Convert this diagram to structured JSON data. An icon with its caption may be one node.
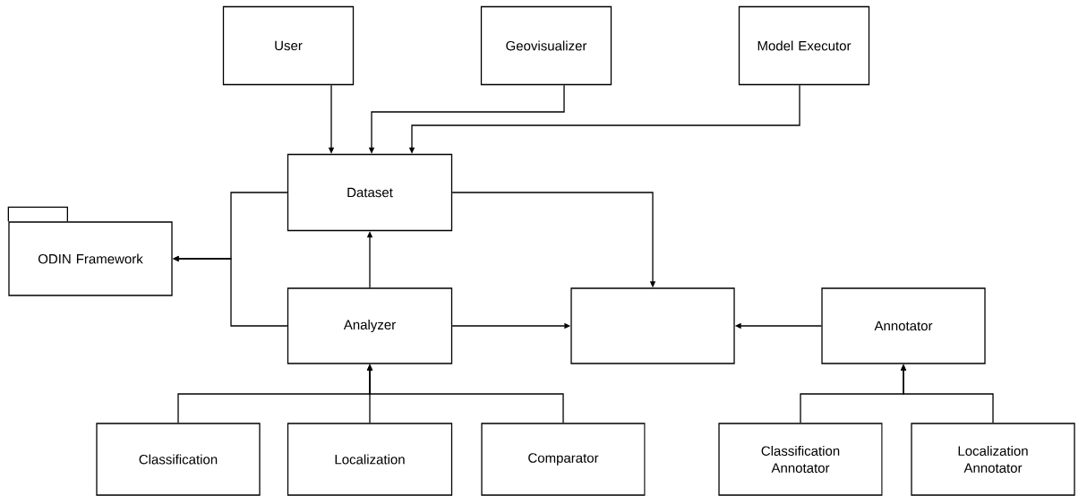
{
  "diagram": {
    "nodes": [
      {
        "text": [
          "User"
        ]
      },
      {
        "text": [
          "Geovisualizer"
        ]
      },
      {
        "text": [
          "Model Executor"
        ]
      },
      {
        "text": [
          "Dataset"
        ]
      },
      {
        "text": [
          "ODIN Framework"
        ]
      },
      {
        "text": [
          "Analyzer"
        ]
      },
      {
        "text": [],
        "shape": "box"
      },
      {
        "text": [
          "Annotator"
        ]
      },
      {
        "text": [
          "Classification"
        ]
      },
      {
        "text": [
          "Localization"
        ]
      },
      {
        "text": [
          "Comparator"
        ]
      },
      {
        "text": [
          "Classification Annotator"
        ]
      },
      {
        "text": [
          "Localization Annotator"
        ]
      }
    ],
    "edges": [
      {
        "from": 0,
        "to": 3,
        "arrow": "to"
      },
      {
        "from": 1,
        "to": 3,
        "arrow": "to"
      },
      {
        "from": 2,
        "to": 3,
        "arrow": "to"
      },
      {
        "from": 3,
        "to": 4,
        "arrow": "to"
      },
      {
        "from": 5,
        "to": 4,
        "arrow": "to"
      },
      {
        "from": 5,
        "to": 3,
        "arrow": "to"
      },
      {
        "from": 3,
        "to": 6,
        "arrow": "to"
      },
      {
        "from": 5,
        "to": 6,
        "arrow": "to"
      },
      {
        "from": 7,
        "to": 6,
        "arrow": "to"
      },
      {
        "from": 8,
        "to": 5,
        "arrow": "to"
      },
      {
        "from": 9,
        "to": 5,
        "arrow": "to"
      },
      {
        "from": 10,
        "to": 5,
        "arrow": "to"
      },
      {
        "from": 11,
        "to": 7,
        "arrow": "to"
      },
      {
        "from": 12,
        "to": 7,
        "arrow": "to"
      }
    ]
  }
}
